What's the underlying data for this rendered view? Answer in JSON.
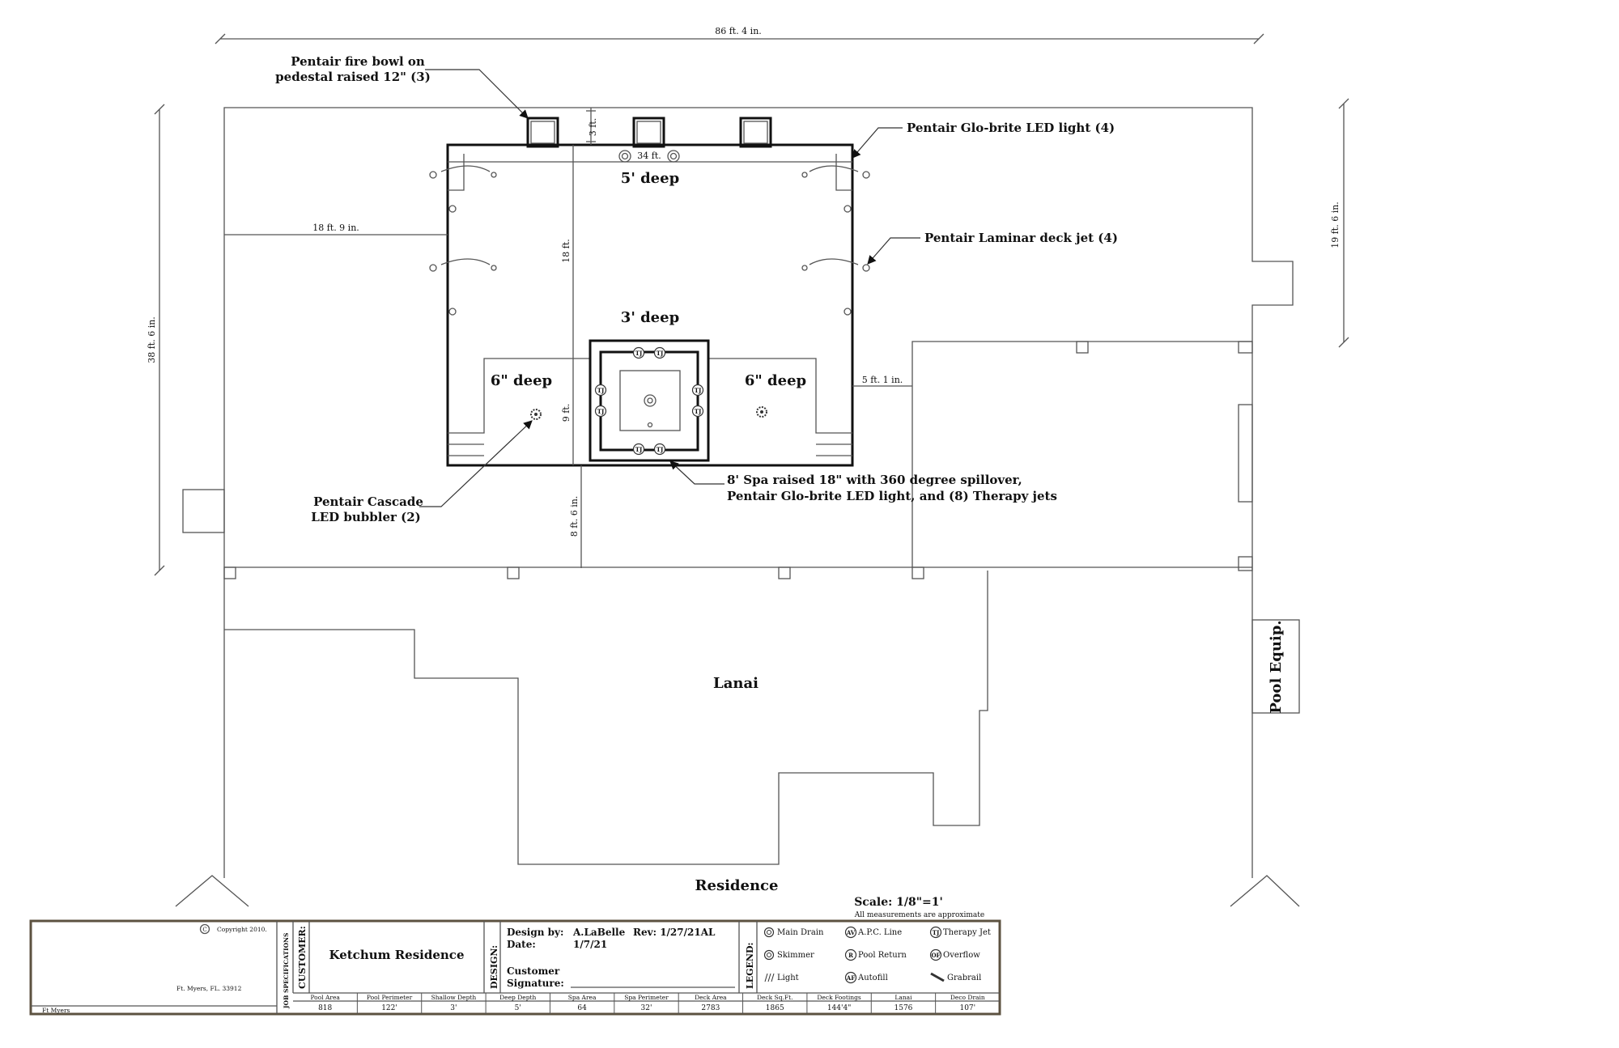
{
  "dimensions": {
    "overall_width": "86 ft. 4 in.",
    "overall_depth": "38 ft. 6 in.",
    "right_depth": "19 ft. 6 in.",
    "left_offset": "18 ft. 9 in.",
    "pool_length": "34 ft.",
    "pool_width": "18 ft.",
    "setback": "3 ft.",
    "spa_size": "9 ft.",
    "deck_front": "8 ft. 6 in.",
    "right_offset": "5 ft. 1 in."
  },
  "zones": {
    "deep_end": "5' deep",
    "shallow_end": "3' deep",
    "sun_shelf_left": "6\" deep",
    "sun_shelf_right": "6\" deep",
    "lanai": "Lanai",
    "residence": "Residence",
    "pool_equip": "Pool Equip."
  },
  "callouts": {
    "fire_bowl": [
      "Pentair fire bowl on",
      "pedestal raised 12\" (3)"
    ],
    "led_light": "Pentair Glo-brite LED light (4)",
    "deck_jet": "Pentair Laminar deck jet (4)",
    "bubbler": [
      "Pentair Cascade",
      "LED bubbler (2)"
    ],
    "spa": [
      "8' Spa raised 18\" with 360 degree spillover,",
      "Pentair Glo-brite LED light, and (8) Therapy jets"
    ]
  },
  "spa_jet_label": "TJ",
  "scale": {
    "text": "Scale: 1/8\"=1'",
    "note": "All measurements are approximate"
  },
  "title_block": {
    "copyright": "Copyright 2010.",
    "city": "Ft. Myers, FL. 33912",
    "location": "Ft Myers",
    "job_specifications": "JOB SPECIFICATIONS",
    "customer_label": "CUSTOMER:",
    "customer_name": "Ketchum Residence",
    "design_label": "DESIGN:",
    "design_by_label": "Design by:",
    "design_by": "A.LaBelle",
    "rev": "Rev: 1/27/21AL",
    "date_label": "Date:",
    "date": "1/7/21",
    "signature_label": [
      "Customer",
      "Signature:"
    ],
    "legend_label": "LEGEND:",
    "legend": [
      {
        "code": "",
        "label": "Main Drain"
      },
      {
        "code": "AV",
        "label": "A.P.C. Line"
      },
      {
        "code": "TJ",
        "label": "Therapy Jet"
      },
      {
        "code": "",
        "label": "Skimmer"
      },
      {
        "code": "R",
        "label": "Pool Return"
      },
      {
        "code": "OF",
        "label": "Overflow"
      },
      {
        "code": "",
        "label": "Light"
      },
      {
        "code": "AF",
        "label": "Autofill"
      },
      {
        "code": "",
        "label": "Grabrail"
      }
    ],
    "specs": {
      "headers": [
        "Pool Area",
        "Pool Perimeter",
        "Shallow Depth",
        "Deep Depth",
        "Spa Area",
        "Spa Perimeter",
        "Deck Area",
        "Deck Sq.Ft.",
        "Deck Footings",
        "Lanai",
        "Deco Drain"
      ],
      "values": [
        "818",
        "122'",
        "3'",
        "5'",
        "64",
        "32'",
        "2783",
        "1865",
        "144'4\"",
        "1576",
        "107'"
      ]
    }
  }
}
